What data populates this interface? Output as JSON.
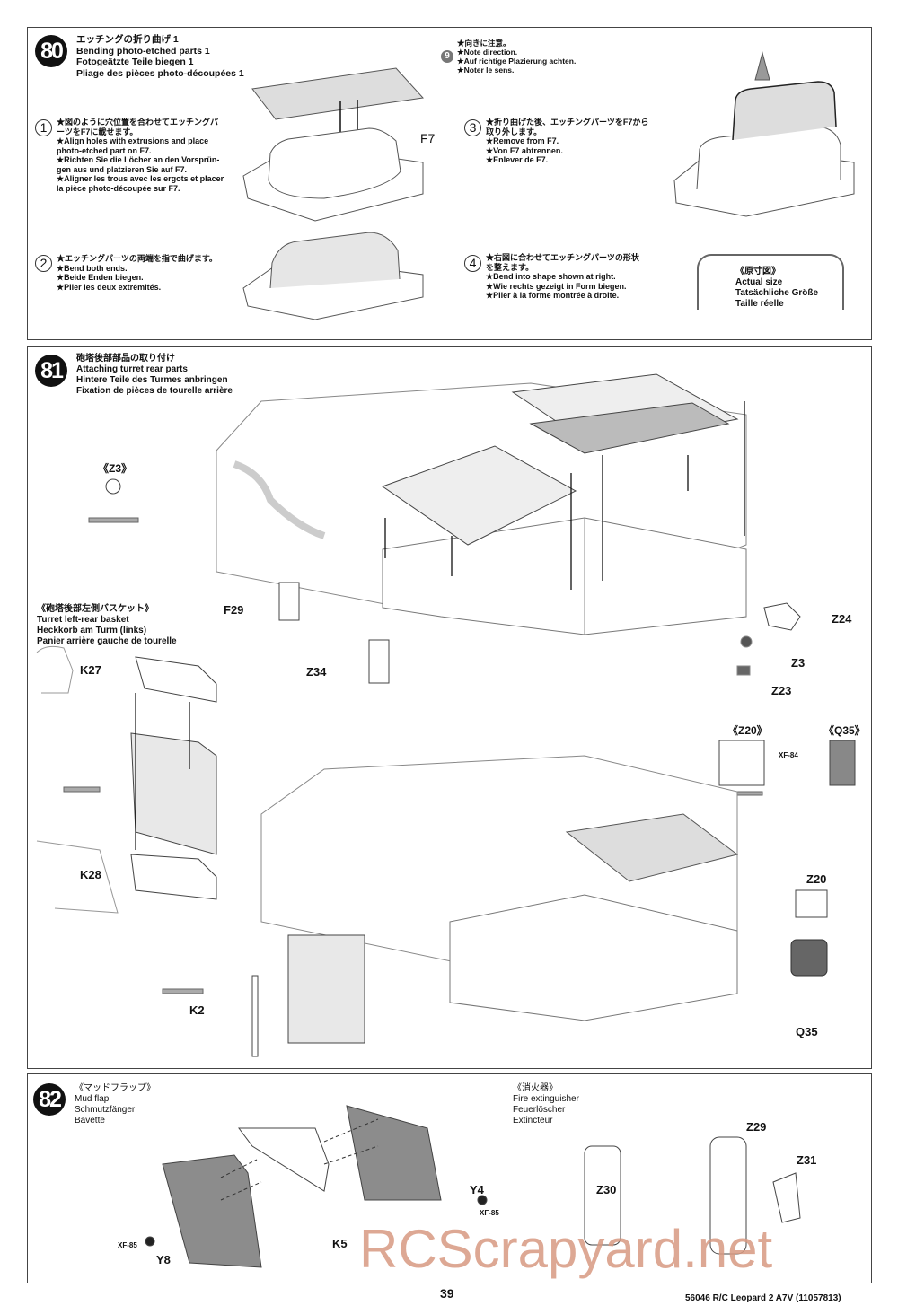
{
  "step80": {
    "number": "80",
    "title": [
      "エッチングの折り曲げ 1",
      "Bending photo-etched parts 1",
      "Fotogeätzte Teile biegen 1",
      "Pliage des pièces photo-découpées 1"
    ],
    "note": [
      "★向きに注意。",
      "★Note direction.",
      "★Auf richtige Plazierung achten.",
      "★Noter le sens."
    ],
    "note_part": "9",
    "sub1": {
      "num": "1",
      "lines": [
        "★図のように穴位置を合わせてエッチングパ",
        "ーツをF7に載せます。",
        "★Align holes with extrusions and place",
        "photo-etched part on F7.",
        "★Richten Sie die Löcher an den Vorsprün-",
        "gen aus und platzieren Sie auf F7.",
        "★Aligner les trous avec les ergots et placer",
        "la pièce photo-découpée sur F7."
      ]
    },
    "sub2": {
      "num": "2",
      "lines": [
        "★エッチングパーツの両端を指で曲げます。",
        "★Bend both ends.",
        "★Beide Enden biegen.",
        "★Plier les deux extrémités."
      ]
    },
    "sub3": {
      "num": "3",
      "lines": [
        "★折り曲げた後、エッチングパーツをF7から",
        "取り外します。",
        "★Remove from F7.",
        "★Von F7 abtrennen.",
        "★Enlever de F7."
      ]
    },
    "sub4": {
      "num": "4",
      "lines": [
        "★右図に合わせてエッチングパーツの形状",
        "を整えます。",
        "★Bend into shape shown at right.",
        "★Wie rechts gezeigt in Form biegen.",
        "★Plier à la forme montrée à droite."
      ]
    },
    "part_f7": "F7",
    "actual_size": [
      "《原寸図》",
      "Actual size",
      "Tatsächliche Größe",
      "Taille réelle"
    ]
  },
  "step81": {
    "number": "81",
    "title": [
      "砲塔後部部品の取り付け",
      "Attaching turret rear parts",
      "Hintere Teile des Turmes anbringen",
      "Fixation de pièces de tourelle arrière"
    ],
    "basket": [
      "《砲塔後部左側バスケット》",
      "Turret left-rear basket",
      "Heckkorb am Turm (links)",
      "Panier arrière gauche de tourelle"
    ],
    "z3_detail": "《Z3》",
    "z20_detail": "《Z20》",
    "q35_detail": "《Q35》",
    "paint_xf84": "XF-84",
    "parts": {
      "f29": "F29",
      "z34": "Z34",
      "z24": "Z24",
      "z3": "Z3",
      "z23": "Z23",
      "k27": "K27",
      "k28": "K28",
      "k2": "K2",
      "z20": "Z20",
      "q35": "Q35"
    }
  },
  "step82": {
    "number": "82",
    "mudflap": [
      "《マッドフラップ》",
      "Mud flap",
      "Schmutzfänger",
      "Bavette"
    ],
    "extinguisher": [
      "《消火器》",
      "Fire extinguisher",
      "Feuerlöscher",
      "Extincteur"
    ],
    "parts": {
      "y4": "Y4",
      "y8": "Y8",
      "k5": "K5",
      "z29": "Z29",
      "z30": "Z30",
      "z31": "Z31",
      "xf85a": "XF-85",
      "xf85b": "XF-85"
    }
  },
  "footer": {
    "page": "39",
    "model": "56046 R/C Leopard 2 A7V (11057813)"
  },
  "watermark": "RCScrapyard.net",
  "colors": {
    "watermark": "#d89a82",
    "part_grey": "#8c8c8c"
  }
}
